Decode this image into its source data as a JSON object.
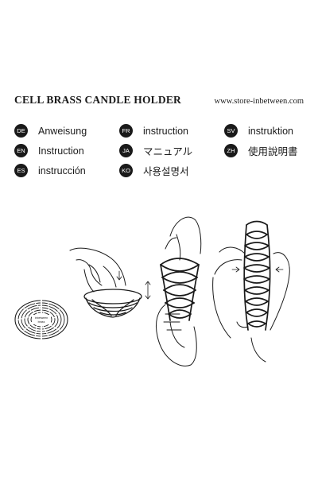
{
  "header": {
    "title": "CELL BRASS CANDLE HOLDER",
    "url": "www.store-inbetween.com"
  },
  "languages": [
    {
      "code": "DE",
      "label": "Anweisung"
    },
    {
      "code": "FR",
      "label": "instruction"
    },
    {
      "code": "SV",
      "label": "instruktion"
    },
    {
      "code": "EN",
      "label": "Instruction"
    },
    {
      "code": "JA",
      "label": "マニュアル"
    },
    {
      "code": "ZH",
      "label": "使用說明書"
    },
    {
      "code": "ES",
      "label": "instrucción"
    },
    {
      "code": "KO",
      "label": "사용설명서"
    }
  ],
  "illustration": {
    "disc_label_1": "inbetween",
    "disc_label_2": "brass"
  }
}
